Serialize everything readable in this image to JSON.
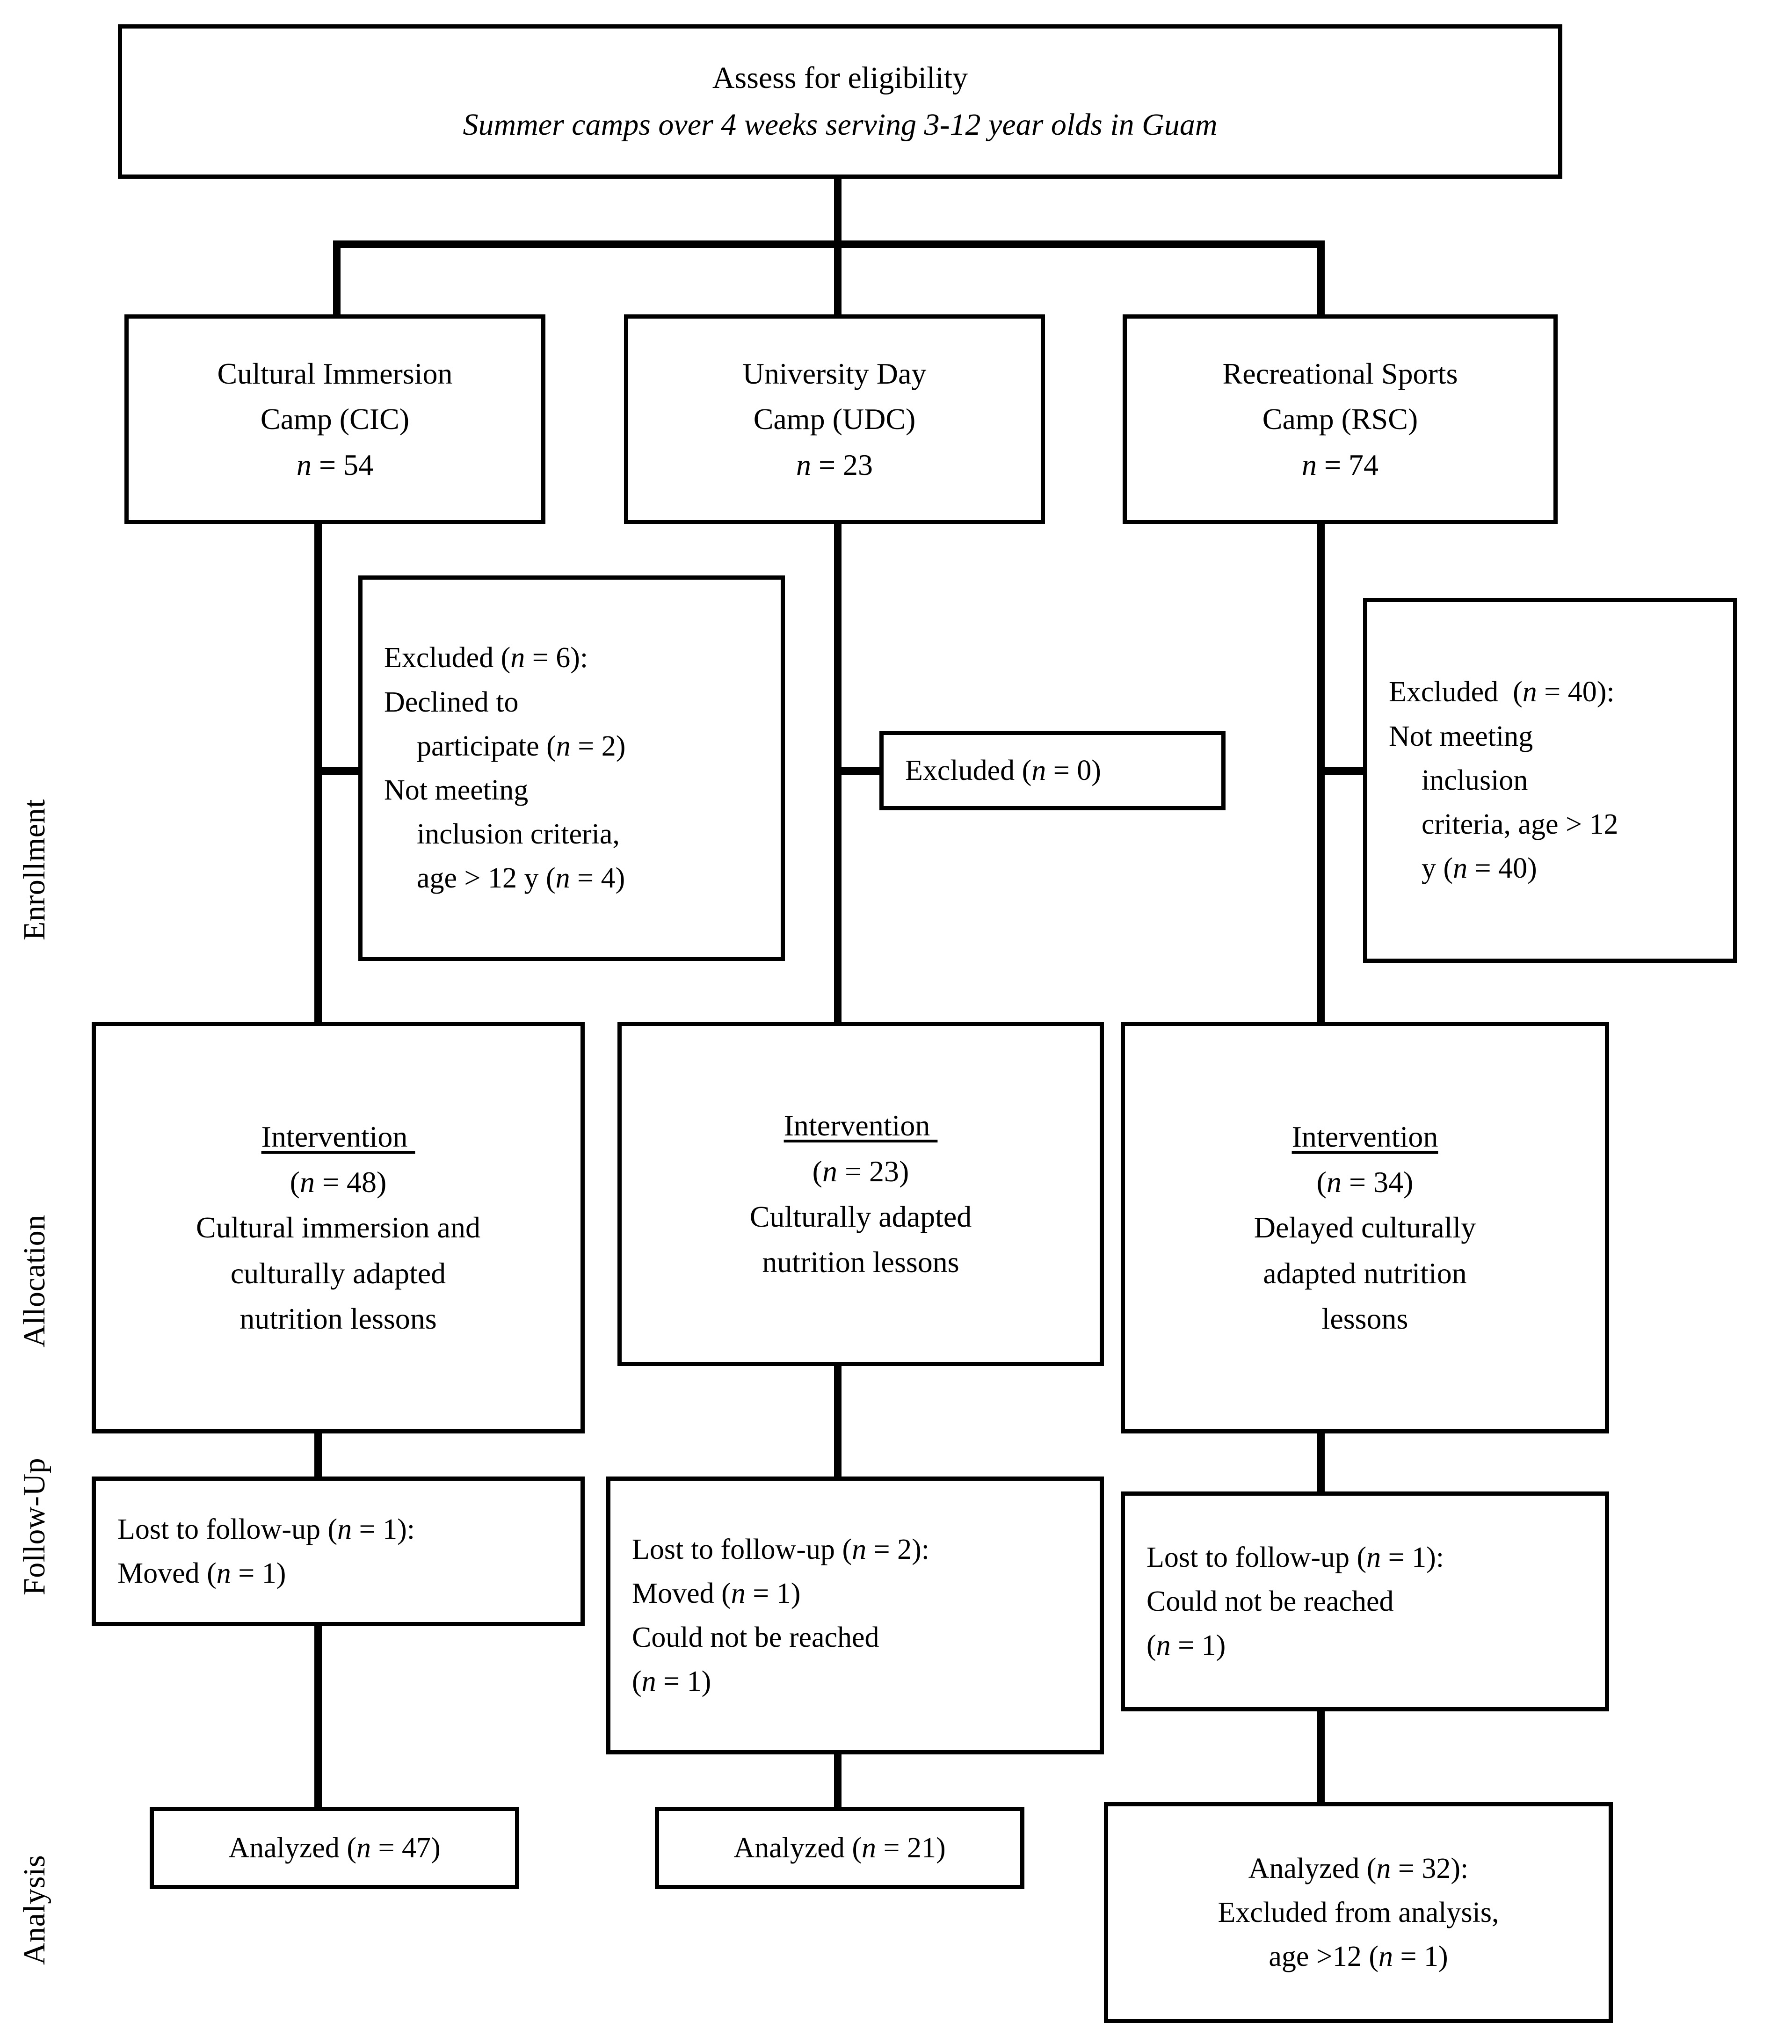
{
  "diagram": {
    "type": "consort-flow-diagram",
    "title_box": {
      "heading": "Assess for eligibility",
      "subheading": "Summer camps over 4 weeks serving 3-12 year olds in Guam"
    },
    "stage_labels": [
      {
        "id": "enrollment",
        "label": "Enrollment"
      },
      {
        "id": "allocation",
        "label": "Allocation"
      },
      {
        "id": "followup",
        "label": "Follow-Up"
      },
      {
        "id": "analysis",
        "label": "Analysis"
      }
    ],
    "camps": [
      {
        "id": "cic",
        "name_line1": "Cultural Immersion",
        "name_line2": "Camp (CIC)",
        "n_label": "n",
        "n_eq": " = 54"
      },
      {
        "id": "udc",
        "name_line1": "University Day",
        "name_line2": "Camp (UDC)",
        "n_label": "n",
        "n_eq": " = 23"
      },
      {
        "id": "rsc",
        "name_line1": "Recreational Sports",
        "name_line2": "Camp (RSC)",
        "n_label": "n",
        "n_eq": " = 74"
      }
    ],
    "exclusions": {
      "cic": {
        "line1_pre": "Excluded (",
        "line1_n": "n",
        "line1_post": " = 6):",
        "line2": "Declined to",
        "line3_pre": "participate (",
        "line3_n": "n",
        "line3_post": " = 2)",
        "line4": "Not meeting",
        "line5": "inclusion criteria,",
        "line6_pre": "age > 12 y (",
        "line6_n": "n",
        "line6_post": " = 4)"
      },
      "udc": {
        "line1_pre": "Excluded (",
        "line1_n": "n",
        "line1_post": " = 0)"
      },
      "rsc": {
        "line1_pre": "Excluded  (",
        "line1_n": "n",
        "line1_post": " = 40):",
        "line2": "Not meeting",
        "line3": "inclusion",
        "line4": "criteria, age > 12",
        "line5_pre": "y (",
        "line5_n": "n",
        "line5_post": " = 40)"
      }
    },
    "interventions": [
      {
        "id": "cic",
        "heading": "Intervention ",
        "n_pre": "(",
        "n_label": "n",
        "n_post": " = 48)",
        "desc_line1": "Cultural immersion and",
        "desc_line2": "culturally adapted",
        "desc_line3": "nutrition lessons"
      },
      {
        "id": "udc",
        "heading": "Intervention ",
        "n_pre": "(",
        "n_label": "n",
        "n_post": " = 23)",
        "desc_line1": "Culturally adapted",
        "desc_line2": "nutrition lessons",
        "desc_line3": ""
      },
      {
        "id": "rsc",
        "heading": "Intervention",
        "n_pre": "(",
        "n_label": "n",
        "n_post": " = 34)",
        "desc_line1": "Delayed culturally",
        "desc_line2": "adapted nutrition",
        "desc_line3": "lessons"
      }
    ],
    "followups": {
      "cic": {
        "line1_pre": "Lost to follow-up (",
        "line1_n": "n",
        "line1_post": " = 1):",
        "line2_pre": "Moved (",
        "line2_n": "n",
        "line2_post": " = 1)"
      },
      "udc": {
        "line1_pre": "Lost to follow-up (",
        "line1_n": "n",
        "line1_post": " = 2):",
        "line2_pre": "Moved (",
        "line2_n": "n",
        "line2_post": " = 1)",
        "line3": "Could not be reached",
        "line4_pre": "(",
        "line4_n": "n",
        "line4_post": " = 1)"
      },
      "rsc": {
        "line1_pre": "Lost to follow-up (",
        "line1_n": "n",
        "line1_post": " = 1):",
        "line2": "Could not be reached",
        "line3_pre": "(",
        "line3_n": "n",
        "line3_post": " = 1)"
      }
    },
    "analyses": {
      "cic": {
        "line1_pre": "Analyzed (",
        "line1_n": "n",
        "line1_post": " = 47)"
      },
      "udc": {
        "line1_pre": "Analyzed (",
        "line1_n": "n",
        "line1_post": " = 21)"
      },
      "rsc": {
        "line1_pre": "Analyzed (",
        "line1_n": "n",
        "line1_post": " = 32):",
        "line2": "Excluded from analysis,",
        "line3_pre": "age >12 (",
        "line3_n": "n",
        "line3_post": " = 1)"
      }
    },
    "colors": {
      "stroke": "#000000",
      "background": "#ffffff",
      "text": "#000000"
    }
  }
}
